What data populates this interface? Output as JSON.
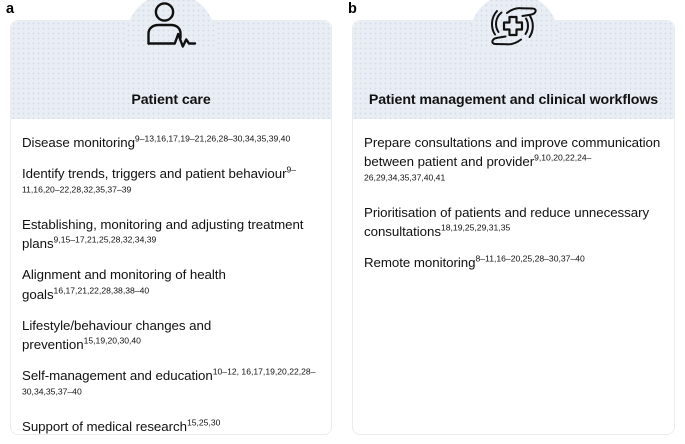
{
  "figure": {
    "panels": [
      {
        "letter": "a",
        "icon_name": "patient-pulse-icon",
        "title": "Patient care",
        "items": [
          {
            "text": "Disease monitoring",
            "refs": "9–13,16,17,19–21,26,28–30,34,35,39,40"
          },
          {
            "text": "Identify trends, triggers and patient behaviour",
            "refs": "9–11,16,20–22,28,32,35,37–39"
          },
          {
            "text": "Establishing, monitoring and adjusting treatment plans",
            "refs": "9,15–17,21,25,28,32,34,39"
          },
          {
            "text": "Alignment and monitoring of health goals",
            "refs": "16,17,21,22,28,38,38–40"
          },
          {
            "text": "Lifestyle/behaviour changes and prevention",
            "refs": "15,19,20,30,40"
          },
          {
            "text": "Self-management and education",
            "refs": "10–12, 16,17,19,20,22,28–30,34,35,37–40"
          },
          {
            "text": "Support of medical research",
            "refs": "15,25,30"
          }
        ]
      },
      {
        "letter": "b",
        "icon_name": "hands-medical-cross-icon",
        "title": "Patient management and clinical workflows",
        "items": [
          {
            "text": "Prepare consultations and improve communication between patient and provider",
            "refs": "9,10,20,22,24–26,29,34,35,37,40,41"
          },
          {
            "text": "Prioritisation of patients and reduce unnecessary consultations",
            "refs": "18,19,25,29,31,35"
          },
          {
            "text": "Remote monitoring",
            "refs": "8–11,16–20,25,28–30,37–40"
          }
        ]
      }
    ]
  },
  "colors": {
    "header_background": "#e9eef5",
    "header_dots": "#d5dde9",
    "card_background": "#ffffff",
    "card_border": "#e9ecef",
    "text": "#111111",
    "icon_stroke": "#111111"
  }
}
